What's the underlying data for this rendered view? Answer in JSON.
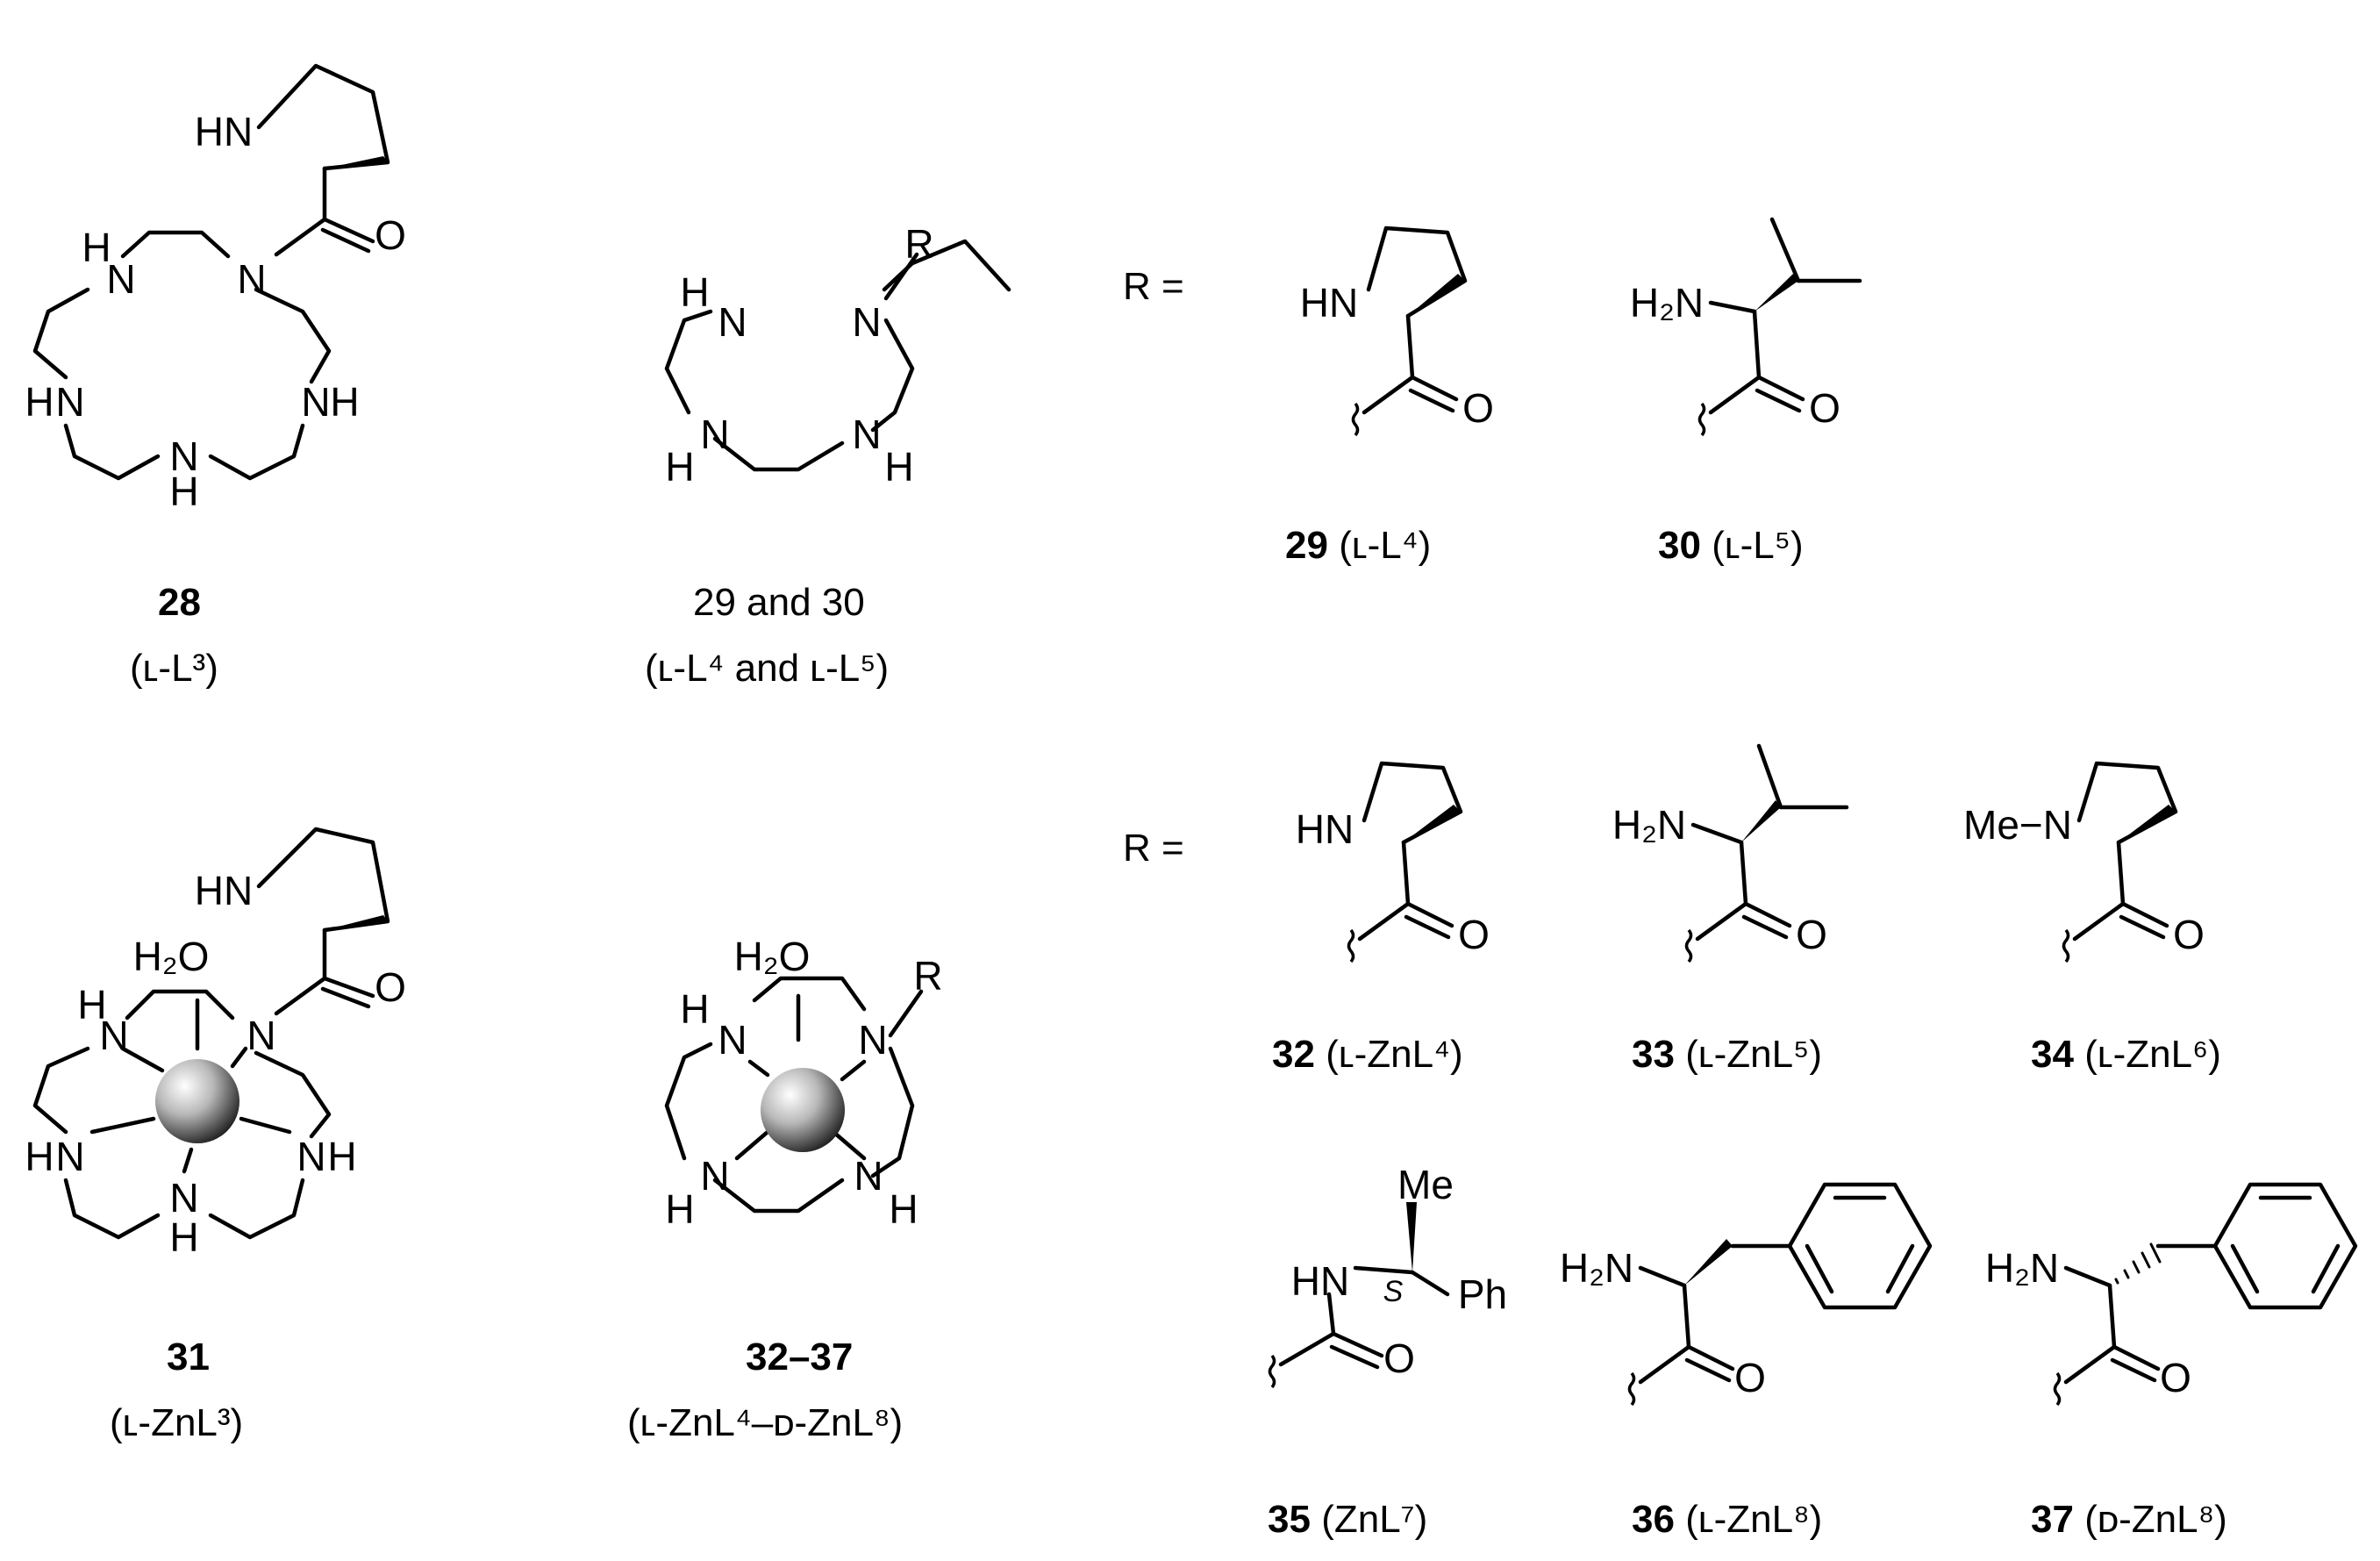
{
  "compounds": [
    {
      "number": "28",
      "ligand": "(ʟ-L³)"
    },
    {
      "number": "29 and 30",
      "ligand": "(ʟ-L⁴ and ʟ-L⁵)"
    },
    {
      "number": "29",
      "ligand": "(ʟ-L⁴)"
    },
    {
      "number": "30",
      "ligand": "(ʟ-L⁵)"
    },
    {
      "number": "31",
      "ligand": "(ʟ-ZnL³)"
    },
    {
      "number": "32–37",
      "ligand": "(ʟ-ZnL⁴–ᴅ-ZnL⁸)"
    },
    {
      "number": "32",
      "ligand": "(ʟ-ZnL⁴)"
    },
    {
      "number": "33",
      "ligand": "(ʟ-ZnL⁵)"
    },
    {
      "number": "34",
      "ligand": "(ʟ-ZnL⁶)"
    },
    {
      "number": "35",
      "ligand": "(ZnL⁷)"
    },
    {
      "number": "36",
      "ligand": "(ʟ-ZnL⁸)"
    },
    {
      "number": "37",
      "ligand": "(ᴅ-ZnL⁸)"
    }
  ],
  "r_labels": [
    "R =",
    "R ="
  ],
  "atoms": {
    "N": "N",
    "H": "H",
    "HN": "HN",
    "O": "O",
    "R": "R",
    "H2O": "H₂O",
    "H2N": "H₂N",
    "Me": "Me",
    "MeN": "Me−N",
    "Ph": "Ph",
    "S": "S"
  },
  "colors": {
    "ink": "#000000",
    "background": "#ffffff",
    "zinc_sphere_light": "#ffffff",
    "zinc_sphere_dark": "#1a1a1a"
  }
}
